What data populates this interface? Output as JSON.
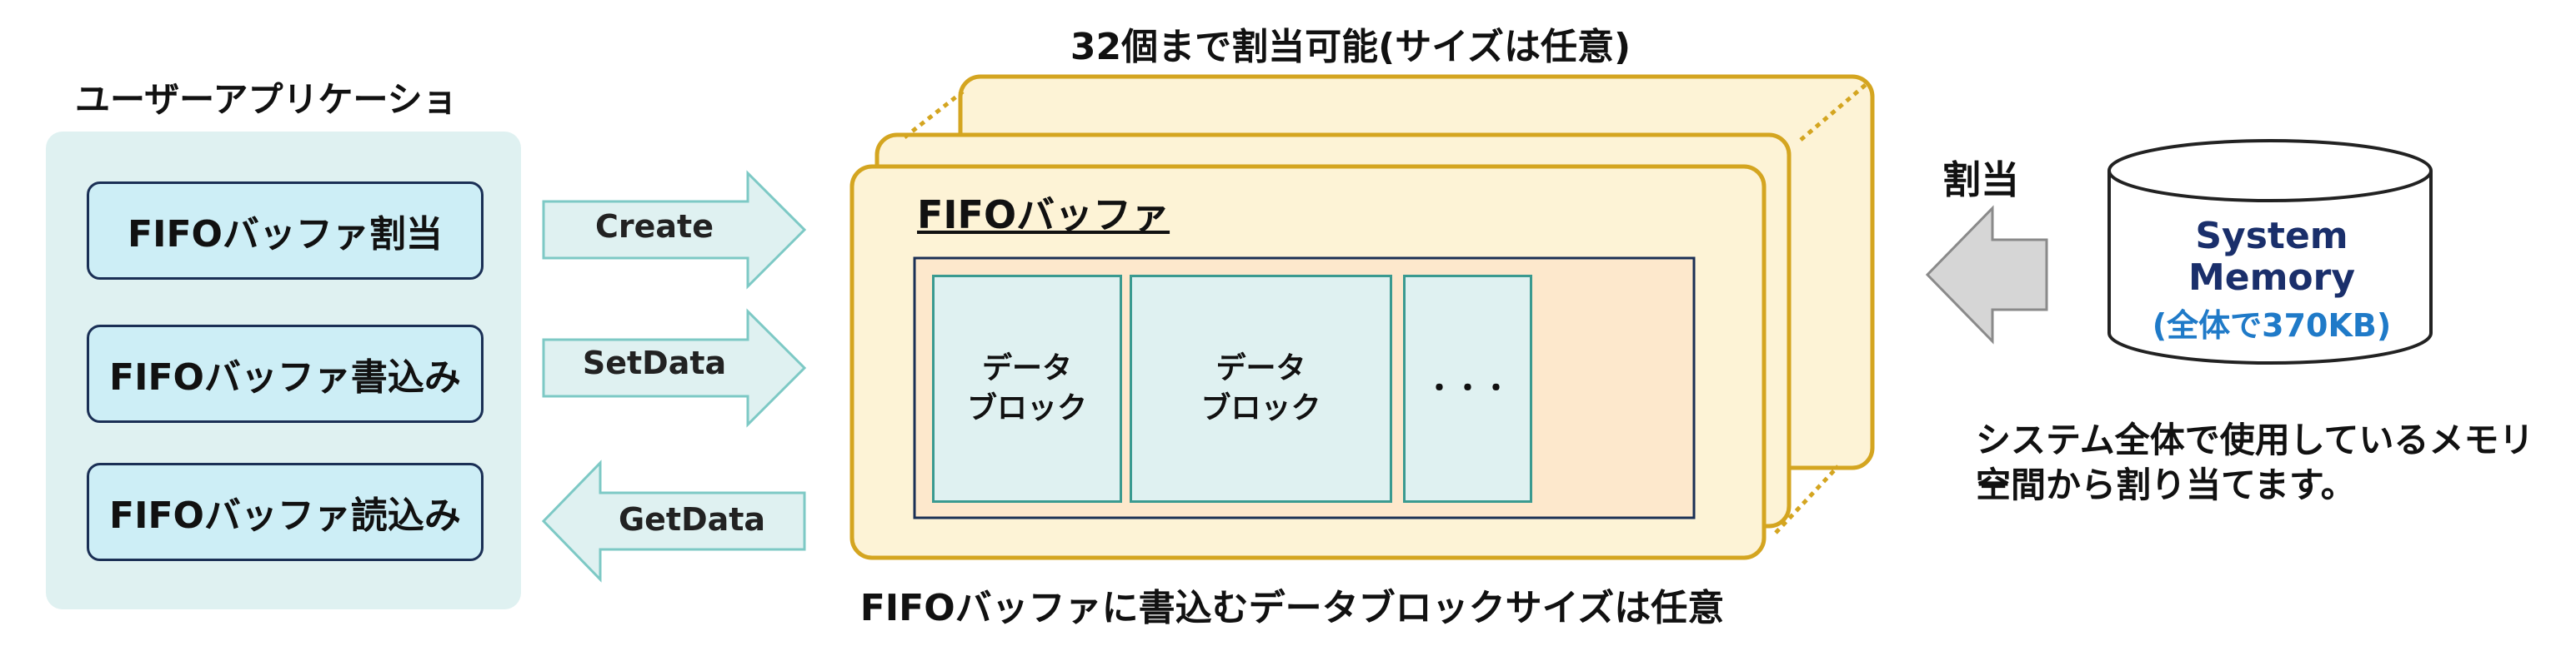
{
  "user_app": {
    "title": "ユーザーアプリケーション",
    "buttons": [
      {
        "label": "FIFOバッファ割当"
      },
      {
        "label": "FIFOバッファ書込み"
      },
      {
        "label": "FIFOバッファ読込み"
      }
    ]
  },
  "arrows": {
    "create": "Create",
    "setdata": "SetData",
    "getdata": "GetData"
  },
  "fifo": {
    "top_caption": "32個まで割当可能(サイズは任意)",
    "title": "FIFOバッファ",
    "blocks": [
      {
        "line1": "データ",
        "line2": "ブロック"
      },
      {
        "line1": "データ",
        "line2": "ブロック"
      }
    ],
    "ellipsis": "・・・",
    "bottom_caption": "FIFOバッファに書込むデータブロックサイズは任意"
  },
  "system": {
    "alloc_label": "割当",
    "memory_line1": "System",
    "memory_line2": "Memory",
    "memory_total": "(全体で370KB)",
    "description_line1": "システム全体で使用しているメモリー",
    "description_line2": "空間から割り当てます。"
  },
  "colors": {
    "panel_bg": "#dff1f1",
    "button_bg": "#cdeef6",
    "frame_border": "#d4a520",
    "frame_fill": "#fdf3d6",
    "memory_text": "#1a2f6b",
    "memory_total_text": "#1f7ac8"
  }
}
